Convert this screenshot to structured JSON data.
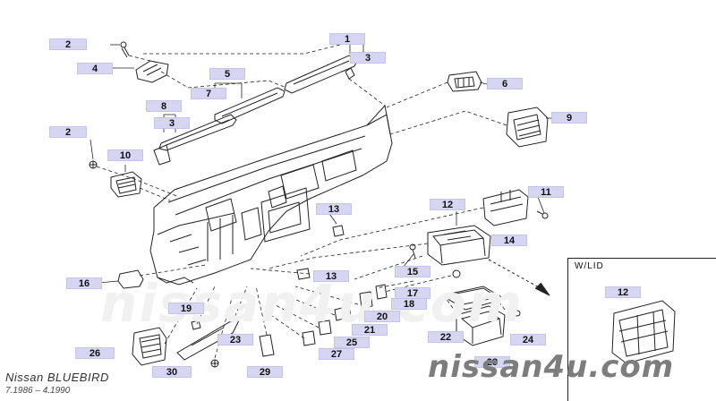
{
  "model": {
    "name": "Nissan BLUEBIRD",
    "dates": "7.1986 – 4.1990"
  },
  "watermark": "nissan4u.com",
  "inset_label": "W/LID",
  "callouts": {
    "c2_top": "2",
    "c4": "4",
    "c1": "1",
    "c3_topright": "3",
    "c5": "5",
    "c7": "7",
    "c6": "6",
    "c8": "8",
    "c3_left": "3",
    "c9": "9",
    "c2_left": "2",
    "c10": "10",
    "c11": "11",
    "c12": "12",
    "c13_upper": "13",
    "c14": "14",
    "c15": "15",
    "c16": "16",
    "c13_lower": "13",
    "c17": "17",
    "c18": "18",
    "c19": "19",
    "c20": "20",
    "c21": "21",
    "c22": "22",
    "c23": "23",
    "c24": "24",
    "c25": "25",
    "c26": "26",
    "c27": "27",
    "c28": "28",
    "c29": "29",
    "c30": "30",
    "c12_lid": "12"
  }
}
